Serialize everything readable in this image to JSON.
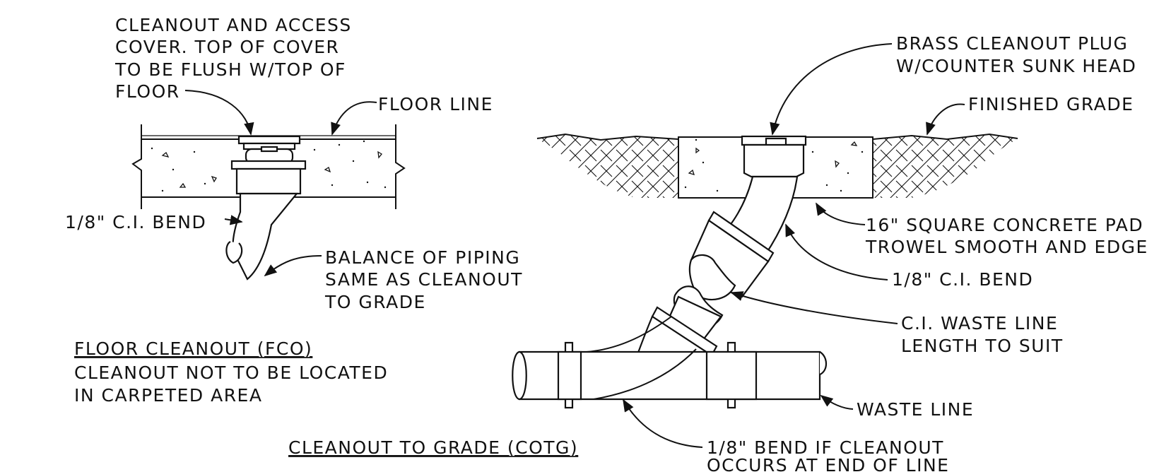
{
  "floor_cleanout": {
    "title": "FLOOR CLEANOUT (FCO)",
    "note": [
      "CLEANOUT NOT TO BE LOCATED",
      "IN CARPETED AREA"
    ],
    "labels": {
      "access_cover": [
        "CLEANOUT AND ACCESS",
        "COVER.  TOP OF COVER",
        "TO BE FLUSH W/TOP OF",
        "FLOOR"
      ],
      "floor_line": "FLOOR LINE",
      "ci_bend": "1/8\" C.I. BEND",
      "balance_piping": [
        "BALANCE OF PIPING",
        "SAME AS CLEANOUT",
        "TO GRADE"
      ]
    }
  },
  "cleanout_to_grade": {
    "title": "CLEANOUT TO GRADE (COTG)",
    "labels": {
      "brass_plug": [
        "BRASS CLEANOUT PLUG",
        "W/COUNTER SUNK HEAD"
      ],
      "finished_grade": "FINISHED GRADE",
      "concrete_pad": [
        "16\" SQUARE CONCRETE PAD",
        "TROWEL SMOOTH AND EDGE"
      ],
      "ci_bend": "1/8\" C.I. BEND",
      "waste_line_ci": [
        "C.I. WASTE LINE",
        "LENGTH TO SUIT"
      ],
      "waste_line": "WASTE LINE",
      "bend_end": [
        "1/8\" BEND IF CLEANOUT",
        "OCCURS AT END OF LINE"
      ]
    }
  }
}
